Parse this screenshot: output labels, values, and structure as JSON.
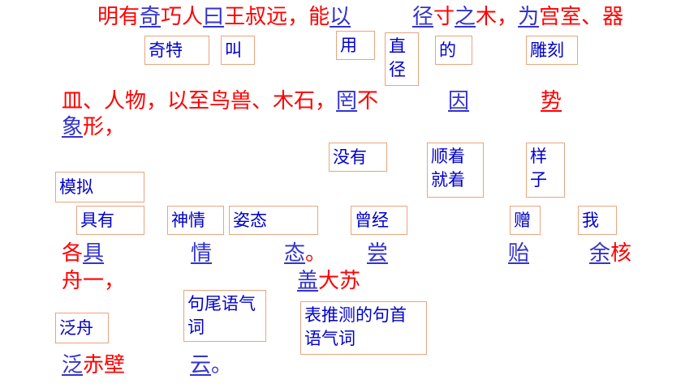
{
  "line1": {
    "a": "明有",
    "b": "奇",
    "c": "巧人",
    "d": "曰",
    "e": "王叔远，能",
    "f": "以",
    "g": "径",
    "h": "寸",
    "i": "之",
    "j": "木，",
    "k": "为",
    "l": "宫室、器"
  },
  "line2": {
    "a": "皿、人物，以至鸟兽、木石，",
    "b": "罔",
    "c": "不",
    "d": "因",
    "e": "势"
  },
  "line3": {
    "a": "象",
    "b": "形，"
  },
  "line4": {
    "a": "各",
    "b": "具",
    "c": "情",
    "d": "态",
    "e": "。",
    "f": "尝",
    "g": "贻",
    "h": "余",
    "i": "核"
  },
  "line5": {
    "a": "舟一，",
    "b": "盖",
    "c": "大苏"
  },
  "line6": {
    "a": "泛",
    "b": "赤壁",
    "c": "云",
    "d": "。"
  },
  "notes": {
    "qi": "奇特",
    "yue": "叫",
    "yong": "用",
    "jing": "直径",
    "zhi": "的",
    "wei": "雕刻",
    "wang": "没有",
    "yin": "顺着就着",
    "shi": "样子",
    "xiang": "模拟",
    "ju": "具有",
    "qing": "神情",
    "tai": "姿态",
    "chang": "曾经",
    "yi": "赠",
    "yu": "我",
    "yun": "句尾语气词",
    "gai": "表推测的句首语气词",
    "fan": "泛舟"
  }
}
